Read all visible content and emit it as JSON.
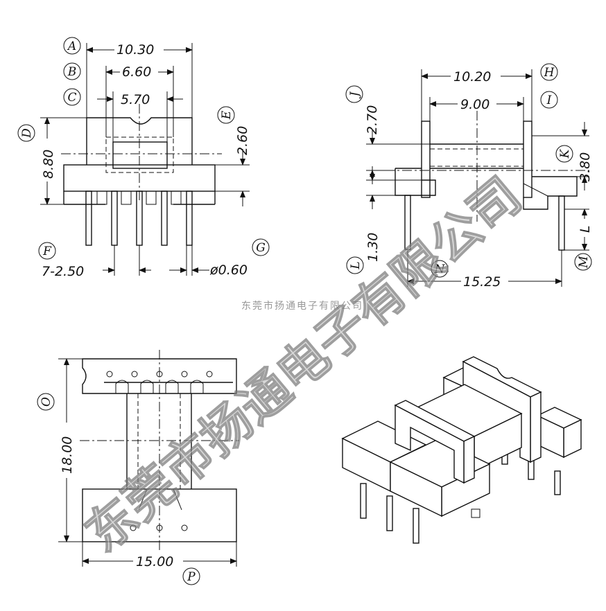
{
  "dimensions": {
    "A": "10.30",
    "B": "6.60",
    "C": "5.70",
    "D": "8.80",
    "E": "2.60",
    "F": "7-2.50",
    "G": "ø0.60",
    "H": "10.20",
    "I": "9.00",
    "J": "2.70",
    "K": "3.80",
    "L": "1.30",
    "L_letter": "L",
    "N": "15.25",
    "O": "18.00",
    "P": "15.00"
  },
  "callouts": [
    "A",
    "B",
    "C",
    "D",
    "E",
    "F",
    "G",
    "H",
    "I",
    "J",
    "K",
    "L",
    "M",
    "N",
    "O",
    "P"
  ],
  "watermark": {
    "big": "东莞市扬通电子有限公司",
    "small": "东莞市扬通电子有限公司"
  }
}
